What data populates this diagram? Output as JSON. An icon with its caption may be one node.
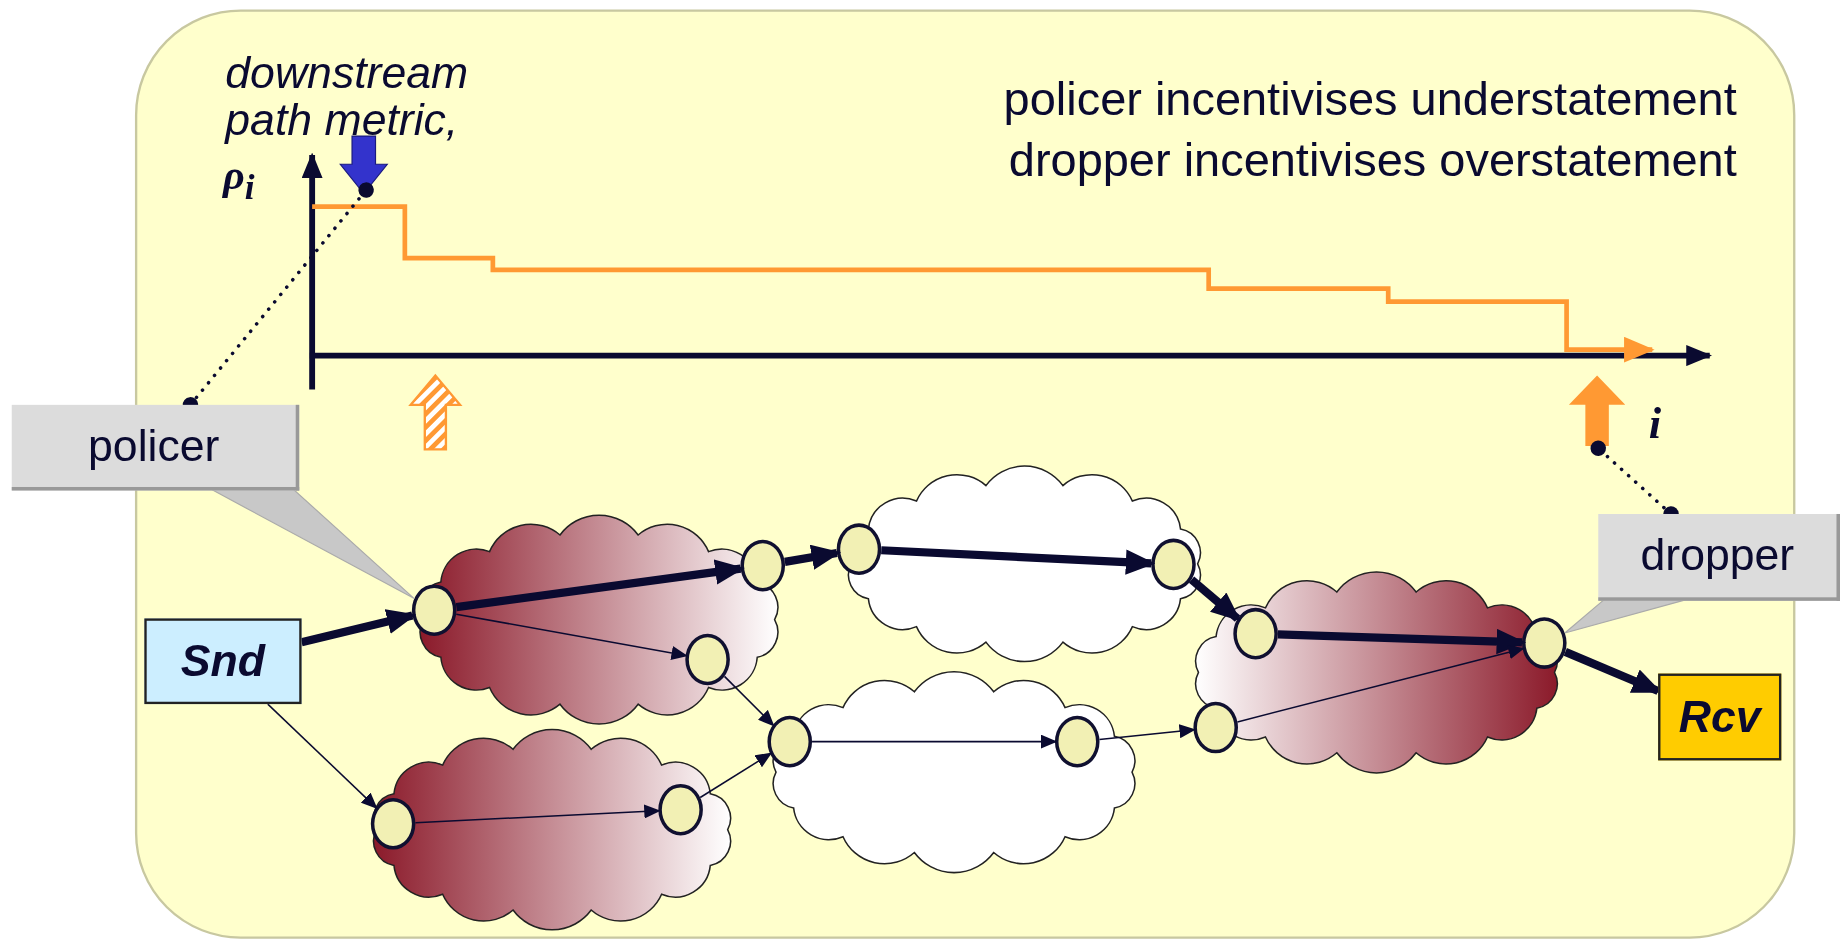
{
  "diagram": {
    "nodes": [
      {
        "text": [
          "Snd"
        ]
      },
      {
        "text": [
          "Rcv"
        ]
      },
      {
        "text": [
          "policer"
        ]
      },
      {
        "text": [
          "dropper"
        ]
      },
      {
        "text": [],
        "shape": "cloud"
      },
      {
        "text": [],
        "shape": "circle",
        "in": 4
      },
      {
        "text": [],
        "shape": "circle",
        "in": 4
      },
      {
        "text": [],
        "shape": "circle",
        "in": 4
      },
      {
        "text": [],
        "shape": "cloud"
      },
      {
        "text": [],
        "shape": "circle",
        "in": 8
      },
      {
        "text": [],
        "shape": "circle",
        "in": 8
      },
      {
        "text": [],
        "shape": "cloud"
      },
      {
        "text": [],
        "shape": "circle",
        "in": 11
      },
      {
        "text": [],
        "shape": "circle",
        "in": 11
      },
      {
        "text": [],
        "shape": "cloud"
      },
      {
        "text": [],
        "shape": "circle",
        "in": 14
      },
      {
        "text": [],
        "shape": "circle",
        "in": 14
      },
      {
        "text": [],
        "shape": "cloud"
      },
      {
        "text": [],
        "shape": "circle",
        "in": 17
      },
      {
        "text": [],
        "shape": "circle",
        "in": 17
      },
      {
        "text": [],
        "shape": "circle",
        "in": 17
      }
    ],
    "edges": [
      {
        "from": 0,
        "to": 5,
        "arrow": "to",
        "style": "thick"
      },
      {
        "from": 0,
        "to": 9,
        "arrow": "to"
      },
      {
        "from": 5,
        "to": 6,
        "arrow": "to",
        "style": "thick"
      },
      {
        "from": 5,
        "to": 7,
        "arrow": "to"
      },
      {
        "from": 6,
        "to": 12,
        "arrow": "to",
        "style": "thick"
      },
      {
        "from": 12,
        "to": 13,
        "arrow": "to",
        "style": "thick"
      },
      {
        "from": 13,
        "to": 18,
        "arrow": "to",
        "style": "thick"
      },
      {
        "from": 18,
        "to": 20,
        "arrow": "to",
        "style": "thick"
      },
      {
        "from": 20,
        "to": 1,
        "arrow": "to",
        "style": "thick"
      },
      {
        "from": 7,
        "to": 15,
        "arrow": "to"
      },
      {
        "from": 9,
        "to": 10,
        "arrow": "to"
      },
      {
        "from": 10,
        "to": 15,
        "arrow": "to"
      },
      {
        "from": 15,
        "to": 16,
        "arrow": "to"
      },
      {
        "from": 16,
        "to": 19,
        "arrow": "to"
      },
      {
        "from": 19,
        "to": 20,
        "arrow": "to"
      },
      {
        "from": 2,
        "to": 5,
        "arrow": "none",
        "color": "#c8c8c8"
      },
      {
        "from": 3,
        "to": 20,
        "arrow": "none",
        "color": "#c8c8c8"
      },
      {
        "from": 2,
        "to": null,
        "arrow": "other",
        "style": "dashed"
      },
      {
        "from": 3,
        "to": null,
        "arrow": "other",
        "style": "dashed"
      }
    ],
    "labels": [
      "downstream path metric,",
      "ρ$_{i}$",
      "policer incentivises understatement dropper incentivises overstatement",
      "i"
    ]
  }
}
